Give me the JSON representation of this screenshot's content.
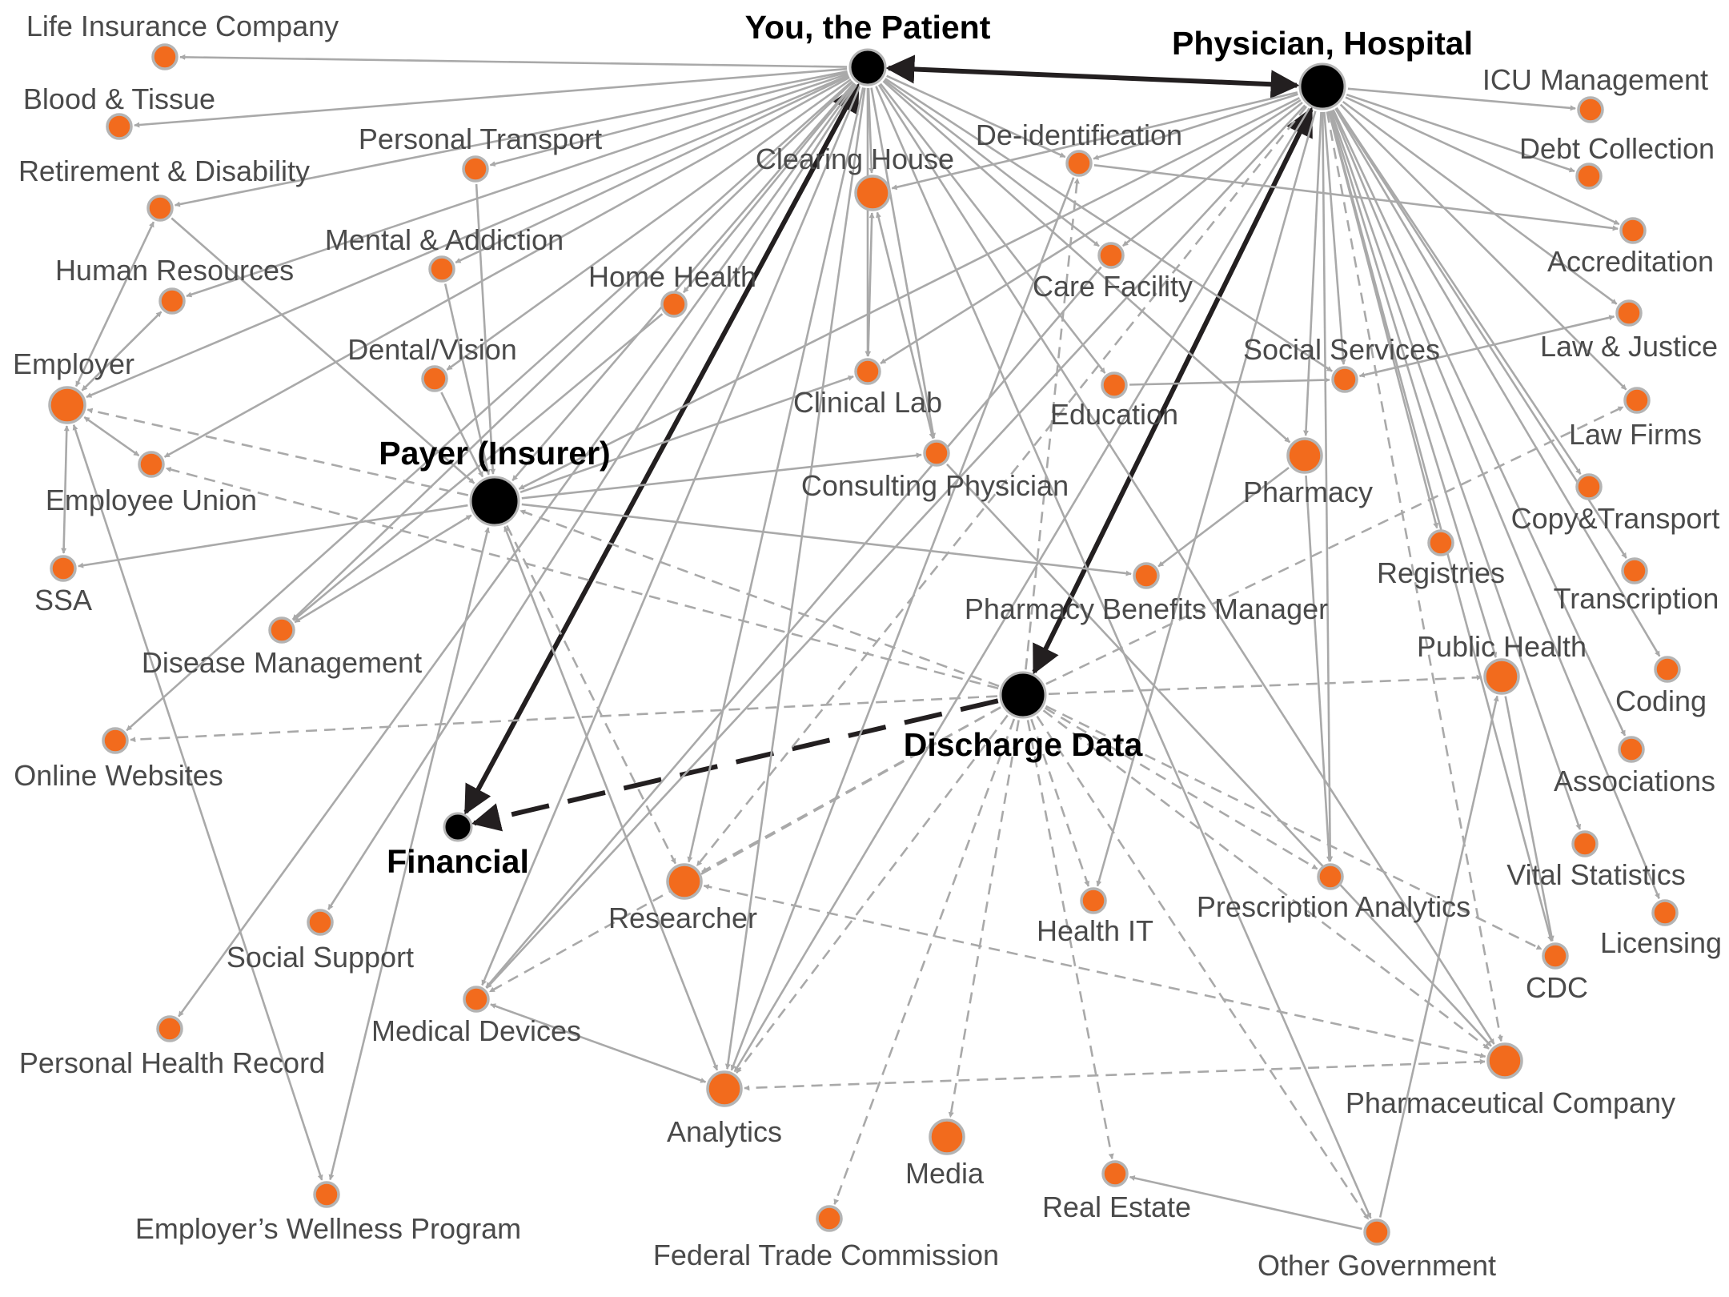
{
  "title": "Patient Health Data Flow Map",
  "colors": {
    "node_fill": "#f26b1d",
    "node_ring": "#b4b4b4",
    "major_node_fill": "#000000",
    "edge_color": "#a9a9a9",
    "major_edge_color": "#231f20",
    "label_color": "#4a4a4a"
  },
  "nodes": [
    {
      "id": "patient",
      "label": "You, the Patient",
      "major": true
    },
    {
      "id": "physician",
      "label": "Physician, Hospital",
      "major": true
    },
    {
      "id": "discharge",
      "label": "Discharge Data",
      "major": true
    },
    {
      "id": "financial",
      "label": "Financial",
      "major": true
    },
    {
      "id": "payer",
      "label": "Payer (Insurer)",
      "major": true
    },
    {
      "id": "life",
      "label": "Life Insurance Company"
    },
    {
      "id": "blood",
      "label": "Blood & Tissue"
    },
    {
      "id": "retire",
      "label": "Retirement & Disability"
    },
    {
      "id": "transport",
      "label": "Personal Transport"
    },
    {
      "id": "hr",
      "label": "Human Resources"
    },
    {
      "id": "mental",
      "label": "Mental & Addiction"
    },
    {
      "id": "employer",
      "label": "Employer"
    },
    {
      "id": "homehealth",
      "label": "Home Health"
    },
    {
      "id": "dental",
      "label": "Dental/Vision"
    },
    {
      "id": "union",
      "label": "Employee Union"
    },
    {
      "id": "ssa",
      "label": "SSA"
    },
    {
      "id": "disease",
      "label": "Disease Management"
    },
    {
      "id": "online",
      "label": "Online Websites"
    },
    {
      "id": "clearing",
      "label": "Clearing House"
    },
    {
      "id": "deid",
      "label": "De-identification"
    },
    {
      "id": "care",
      "label": "Care Facility"
    },
    {
      "id": "clinlab",
      "label": "Clinical Lab"
    },
    {
      "id": "education",
      "label": "Education"
    },
    {
      "id": "consult",
      "label": "Consulting Physician"
    },
    {
      "id": "social",
      "label": "Social Services"
    },
    {
      "id": "pharmacy",
      "label": "Pharmacy"
    },
    {
      "id": "pbm",
      "label": "Pharmacy Benefits Manager"
    },
    {
      "id": "icu",
      "label": "ICU Management"
    },
    {
      "id": "debt",
      "label": "Debt Collection"
    },
    {
      "id": "accred",
      "label": "Accreditation"
    },
    {
      "id": "law",
      "label": "Law & Justice"
    },
    {
      "id": "lawfirms",
      "label": "Law Firms"
    },
    {
      "id": "copy",
      "label": "Copy&Transport"
    },
    {
      "id": "registries",
      "label": "Registries"
    },
    {
      "id": "transcription",
      "label": "Transcription"
    },
    {
      "id": "publichealth",
      "label": "Public Health"
    },
    {
      "id": "coding",
      "label": "Coding"
    },
    {
      "id": "assoc",
      "label": "Associations"
    },
    {
      "id": "vital",
      "label": "Vital Statistics"
    },
    {
      "id": "licensing",
      "label": "Licensing"
    },
    {
      "id": "cdc",
      "label": "CDC"
    },
    {
      "id": "presc",
      "label": "Prescription Analytics"
    },
    {
      "id": "healthit",
      "label": "Health IT"
    },
    {
      "id": "researcher",
      "label": "Researcher"
    },
    {
      "id": "socialsupport",
      "label": "Social Support"
    },
    {
      "id": "meddevices",
      "label": "Medical Devices"
    },
    {
      "id": "phr",
      "label": "Personal Health Record"
    },
    {
      "id": "analytics",
      "label": "Analytics"
    },
    {
      "id": "pharmco",
      "label": "Pharmaceutical Company"
    },
    {
      "id": "wellness",
      "label": "Employer’s Wellness Program"
    },
    {
      "id": "ftc",
      "label": "Federal Trade Commission"
    },
    {
      "id": "media",
      "label": "Media"
    },
    {
      "id": "realestate",
      "label": "Real Estate"
    },
    {
      "id": "othergov",
      "label": "Other Government"
    }
  ],
  "edges": [
    {
      "from": "patient",
      "to": "physician",
      "style": "major",
      "arrows": "both"
    },
    {
      "from": "patient",
      "to": "financial",
      "style": "major",
      "arrows": "both"
    },
    {
      "from": "physician",
      "to": "discharge",
      "style": "major",
      "arrows": "both"
    },
    {
      "from": "discharge",
      "to": "financial",
      "style": "major-dashed",
      "arrows": "end"
    },
    {
      "from": "patient",
      "to": "life",
      "style": "solid"
    },
    {
      "from": "patient",
      "to": "blood",
      "style": "solid"
    },
    {
      "from": "patient",
      "to": "retire",
      "style": "solid"
    },
    {
      "from": "patient",
      "to": "transport",
      "style": "solid"
    },
    {
      "from": "patient",
      "to": "hr",
      "style": "solid"
    },
    {
      "from": "patient",
      "to": "mental",
      "style": "solid"
    },
    {
      "from": "patient",
      "to": "employer",
      "style": "solid"
    },
    {
      "from": "patient",
      "to": "homehealth",
      "style": "solid"
    },
    {
      "from": "patient",
      "to": "dental",
      "style": "solid"
    },
    {
      "from": "patient",
      "to": "union",
      "style": "solid"
    },
    {
      "from": "patient",
      "to": "payer",
      "style": "solid"
    },
    {
      "from": "patient",
      "to": "clearing",
      "style": "solid"
    },
    {
      "from": "patient",
      "to": "deid",
      "style": "solid"
    },
    {
      "from": "patient",
      "to": "care",
      "style": "solid"
    },
    {
      "from": "patient",
      "to": "clinlab",
      "style": "solid"
    },
    {
      "from": "patient",
      "to": "consult",
      "style": "solid"
    },
    {
      "from": "patient",
      "to": "pharmacy",
      "style": "solid"
    },
    {
      "from": "patient",
      "to": "social",
      "style": "solid"
    },
    {
      "from": "patient",
      "to": "education",
      "style": "solid"
    },
    {
      "from": "patient",
      "to": "disease",
      "style": "solid"
    },
    {
      "from": "patient",
      "to": "online",
      "style": "solid"
    },
    {
      "from": "patient",
      "to": "meddevices",
      "style": "solid"
    },
    {
      "from": "patient",
      "to": "analytics",
      "style": "solid"
    },
    {
      "from": "patient",
      "to": "researcher",
      "style": "solid"
    },
    {
      "from": "patient",
      "to": "socialsupport",
      "style": "solid"
    },
    {
      "from": "patient",
      "to": "phr",
      "style": "solid"
    },
    {
      "from": "patient",
      "to": "othergov",
      "style": "solid"
    },
    {
      "from": "patient",
      "to": "pharmco",
      "style": "solid"
    },
    {
      "from": "physician",
      "to": "icu",
      "style": "solid"
    },
    {
      "from": "physician",
      "to": "debt",
      "style": "solid"
    },
    {
      "from": "physician",
      "to": "accred",
      "style": "solid"
    },
    {
      "from": "physician",
      "to": "law",
      "style": "solid"
    },
    {
      "from": "physician",
      "to": "lawfirms",
      "style": "solid"
    },
    {
      "from": "physician",
      "to": "copy",
      "style": "solid"
    },
    {
      "from": "physician",
      "to": "transcription",
      "style": "solid"
    },
    {
      "from": "physician",
      "to": "coding",
      "style": "solid"
    },
    {
      "from": "physician",
      "to": "assoc",
      "style": "solid"
    },
    {
      "from": "physician",
      "to": "vital",
      "style": "solid"
    },
    {
      "from": "physician",
      "to": "licensing",
      "style": "solid"
    },
    {
      "from": "physician",
      "to": "cdc",
      "style": "solid"
    },
    {
      "from": "physician",
      "to": "publichealth",
      "style": "solid"
    },
    {
      "from": "physician",
      "to": "registries",
      "style": "solid"
    },
    {
      "from": "physician",
      "to": "presc",
      "style": "solid"
    },
    {
      "from": "physician",
      "to": "pharmacy",
      "style": "solid"
    },
    {
      "from": "physician",
      "to": "social",
      "style": "solid"
    },
    {
      "from": "physician",
      "to": "healthit",
      "style": "solid"
    },
    {
      "from": "physician",
      "to": "deid",
      "style": "solid"
    },
    {
      "from": "physician",
      "to": "care",
      "style": "solid"
    },
    {
      "from": "physician",
      "to": "clearing",
      "style": "solid"
    },
    {
      "from": "physician",
      "to": "clinlab",
      "style": "solid"
    },
    {
      "from": "physician",
      "to": "payer",
      "style": "solid"
    },
    {
      "from": "physician",
      "to": "analytics",
      "style": "solid"
    },
    {
      "from": "physician",
      "to": "meddevices",
      "style": "solid"
    },
    {
      "from": "physician",
      "to": "pharmco",
      "style": "dashed"
    },
    {
      "from": "physician",
      "to": "researcher",
      "style": "dashed"
    },
    {
      "from": "payer",
      "to": "ssa",
      "style": "solid"
    },
    {
      "from": "payer",
      "to": "employer",
      "style": "dashed"
    },
    {
      "from": "payer",
      "to": "clinlab",
      "style": "solid"
    },
    {
      "from": "payer",
      "to": "consult",
      "style": "solid"
    },
    {
      "from": "payer",
      "to": "pbm",
      "style": "solid"
    },
    {
      "from": "payer",
      "to": "disease",
      "style": "solid",
      "arrows": "both"
    },
    {
      "from": "payer",
      "to": "wellness",
      "style": "solid",
      "arrows": "both"
    },
    {
      "from": "payer",
      "to": "analytics",
      "style": "solid",
      "arrows": "both"
    },
    {
      "from": "payer",
      "to": "researcher",
      "style": "dashed"
    },
    {
      "from": "mental",
      "to": "payer",
      "style": "solid"
    },
    {
      "from": "dental",
      "to": "payer",
      "style": "solid"
    },
    {
      "from": "transport",
      "to": "payer",
      "style": "solid"
    },
    {
      "from": "retire",
      "to": "payer",
      "style": "solid"
    },
    {
      "from": "employer",
      "to": "retire",
      "style": "solid",
      "arrows": "both"
    },
    {
      "from": "employer",
      "to": "hr",
      "style": "solid",
      "arrows": "both"
    },
    {
      "from": "employer",
      "to": "union",
      "style": "solid",
      "arrows": "both"
    },
    {
      "from": "employer",
      "to": "ssa",
      "style": "solid",
      "arrows": "both"
    },
    {
      "from": "employer",
      "to": "wellness",
      "style": "solid",
      "arrows": "both"
    },
    {
      "from": "clearing",
      "to": "clinlab",
      "style": "solid",
      "arrows": "both"
    },
    {
      "from": "clearing",
      "to": "consult",
      "style": "solid",
      "arrows": "both"
    },
    {
      "from": "consult",
      "to": "pharmco",
      "style": "solid"
    },
    {
      "from": "education",
      "to": "social",
      "style": "solid"
    },
    {
      "from": "pharmacy",
      "to": "pbm",
      "style": "solid"
    },
    {
      "from": "pharmacy",
      "to": "presc",
      "style": "solid"
    },
    {
      "from": "deid",
      "to": "accred",
      "style": "solid"
    },
    {
      "from": "care",
      "to": "meddevices",
      "style": "solid"
    },
    {
      "from": "homehealth",
      "to": "disease",
      "style": "solid"
    },
    {
      "from": "deid",
      "to": "analytics",
      "style": "solid"
    },
    {
      "from": "publichealth",
      "to": "cdc",
      "style": "solid"
    },
    {
      "from": "othergov",
      "to": "publichealth",
      "style": "solid"
    },
    {
      "from": "othergov",
      "to": "realestate",
      "style": "solid"
    },
    {
      "from": "pharmco",
      "to": "analytics",
      "style": "dashed",
      "arrows": "both"
    },
    {
      "from": "pharmco",
      "to": "researcher",
      "style": "dashed",
      "arrows": "both"
    },
    {
      "from": "meddevices",
      "to": "analytics",
      "style": "solid",
      "arrows": "both"
    },
    {
      "from": "social",
      "to": "law",
      "style": "solid",
      "arrows": "both"
    },
    {
      "from": "discharge",
      "to": "online",
      "style": "dashed"
    },
    {
      "from": "discharge",
      "to": "union",
      "style": "dashed"
    },
    {
      "from": "discharge",
      "to": "payer",
      "style": "dashed"
    },
    {
      "from": "discharge",
      "to": "researcher",
      "style": "dashed"
    },
    {
      "from": "discharge",
      "to": "analytics",
      "style": "dashed"
    },
    {
      "from": "discharge",
      "to": "ftc",
      "style": "dashed"
    },
    {
      "from": "discharge",
      "to": "media",
      "style": "dashed"
    },
    {
      "from": "discharge",
      "to": "healthit",
      "style": "dashed"
    },
    {
      "from": "discharge",
      "to": "realestate",
      "style": "dashed"
    },
    {
      "from": "discharge",
      "to": "othergov",
      "style": "dashed"
    },
    {
      "from": "discharge",
      "to": "presc",
      "style": "dashed"
    },
    {
      "from": "discharge",
      "to": "cdc",
      "style": "dashed"
    },
    {
      "from": "discharge",
      "to": "pharmco",
      "style": "dashed"
    },
    {
      "from": "discharge",
      "to": "publichealth",
      "style": "dashed"
    },
    {
      "from": "discharge",
      "to": "lawfirms",
      "style": "dashed"
    },
    {
      "from": "discharge",
      "to": "deid",
      "style": "dashed"
    },
    {
      "from": "discharge",
      "to": "meddevices",
      "style": "dashed"
    }
  ]
}
